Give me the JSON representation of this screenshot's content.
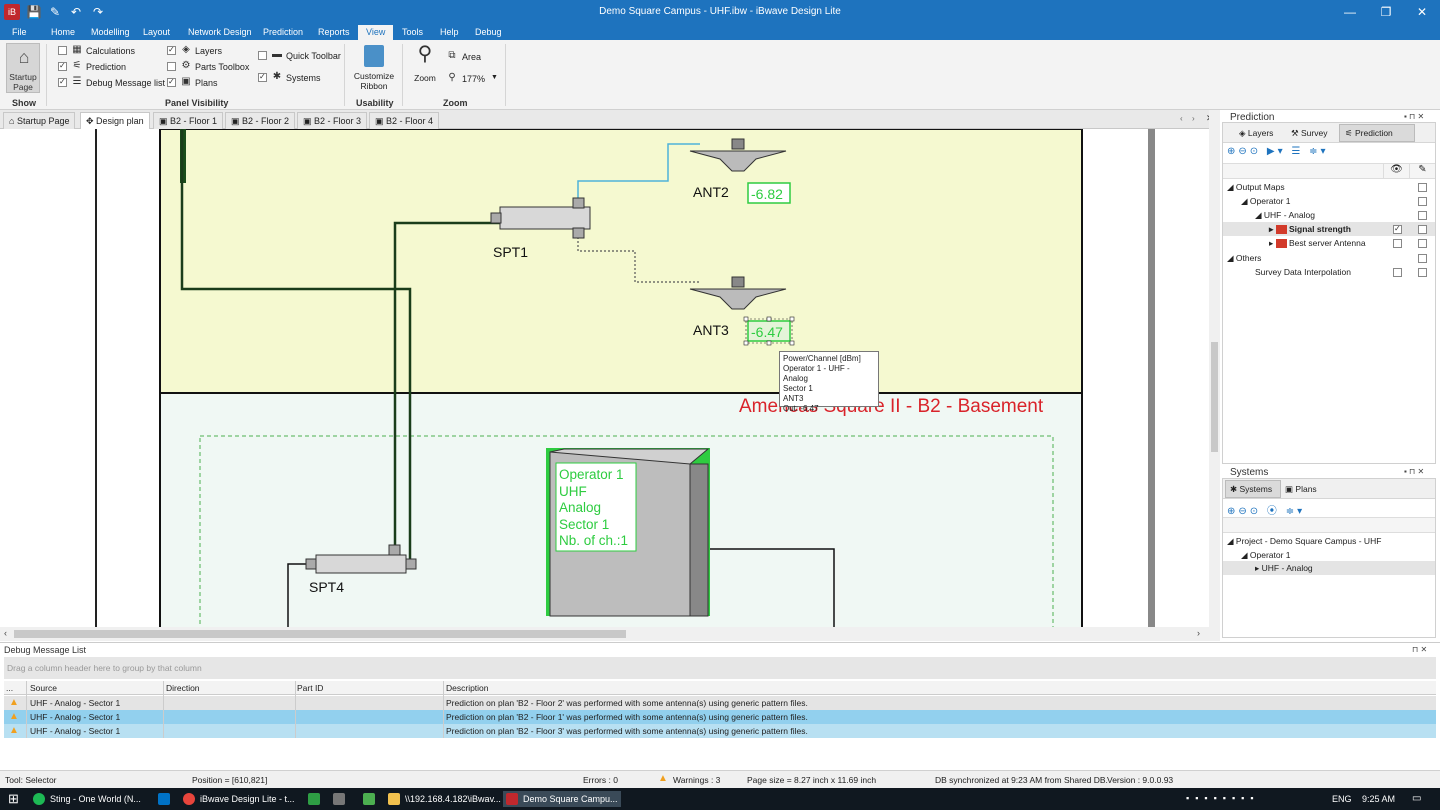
{
  "window": {
    "title": "Demo Square Campus - UHF.ibw - iBwave Design Lite",
    "minimize": "—",
    "restore": "❐",
    "close": "✕"
  },
  "menu": [
    "File",
    "Home",
    "Modelling",
    "Layout",
    "Network Design",
    "Prediction",
    "Reports",
    "View",
    "Tools",
    "Help",
    "Debug"
  ],
  "ribbon": {
    "show": {
      "button": "Startup Page",
      "label": "Show"
    },
    "panel_visibility": {
      "label": "Panel Visibility",
      "calculations": "Calculations",
      "prediction": "Prediction",
      "debug_list": "Debug Message list",
      "layers": "Layers",
      "parts_toolbox": "Parts Toolbox",
      "plans": "Plans",
      "quick_toolbar": "Quick Toolbar",
      "systems": "Systems"
    },
    "usability": {
      "button": "Customize Ribbon",
      "label": "Usability"
    },
    "zoom": {
      "button": "Zoom",
      "area": "Area",
      "level": "177%",
      "label": "Zoom"
    }
  },
  "doc_tabs": [
    "Startup Page",
    "Design plan",
    "B2 - Floor 1",
    "B2 - Floor 2",
    "B2 - Floor 3",
    "B2 - Floor 4"
  ],
  "canvas": {
    "ant2": "ANT2",
    "ant2_value": "-6.82",
    "ant3": "ANT3",
    "ant3_value": "-6.47",
    "spt1": "SPT1",
    "spt4": "SPT4",
    "zone_label": "Americas Square II - B2 - Basement",
    "tooltip": [
      "Power/Channel [dBm]",
      "Operator 1 - UHF - Analog",
      "Sector 1",
      "ANT3",
      "Out: -6.47"
    ],
    "source_box": [
      "Operator 1",
      "UHF",
      "Analog",
      "Sector 1",
      "Nb. of ch.:1"
    ]
  },
  "prediction_panel": {
    "title": "Prediction",
    "tabs": [
      "Layers",
      "Survey",
      "Prediction"
    ],
    "tree": {
      "output_maps": "Output Maps",
      "operator": "Operator 1",
      "uhf": "UHF - Analog",
      "signal": "Signal strength",
      "best_server": "Best server Antenna",
      "others": "Others",
      "survey_interp": "Survey Data Interpolation"
    }
  },
  "systems_panel": {
    "title": "Systems",
    "tabs": [
      "Systems",
      "Plans"
    ],
    "tree": {
      "project": "Project - Demo Square Campus - UHF",
      "operator": "Operator 1",
      "uhf": "UHF - Analog"
    }
  },
  "debug": {
    "title": "Debug Message List",
    "group_hint": "Drag a column header here to group by that column",
    "columns": {
      "more": "...",
      "source": "Source",
      "direction": "Direction",
      "part": "Part ID",
      "description": "Description"
    },
    "rows": [
      {
        "source": "UHF - Analog - Sector 1",
        "description": "Prediction on plan 'B2 - Floor 2' was performed with some antenna(s) using generic pattern files."
      },
      {
        "source": "UHF - Analog - Sector 1",
        "description": "Prediction on plan 'B2 - Floor 1' was performed with some antenna(s) using generic pattern files."
      },
      {
        "source": "UHF - Analog - Sector 1",
        "description": "Prediction on plan 'B2 - Floor 3' was performed with some antenna(s) using generic pattern files."
      }
    ]
  },
  "status": {
    "tool": "Tool: Selector",
    "position": "Position = [610,821]",
    "errors": "Errors : 0",
    "warnings": "Warnings : 3",
    "page_size": "Page size = 8.27 inch x 11.69 inch",
    "db": "DB synchronized at 9:23 AM from Shared DB.",
    "version": "Version : 9.0.0.93"
  },
  "taskbar": {
    "items": [
      "Sting - One World (N...",
      "iBwave Design Lite - t...",
      "\\\\192.168.4.182\\iBwav...",
      "Demo Square Campu..."
    ],
    "lang": "ENG",
    "time": "9:25 AM"
  },
  "colors": {
    "accent": "#1e73be",
    "green": "#2ecc40",
    "zone_red": "#d9232a"
  }
}
